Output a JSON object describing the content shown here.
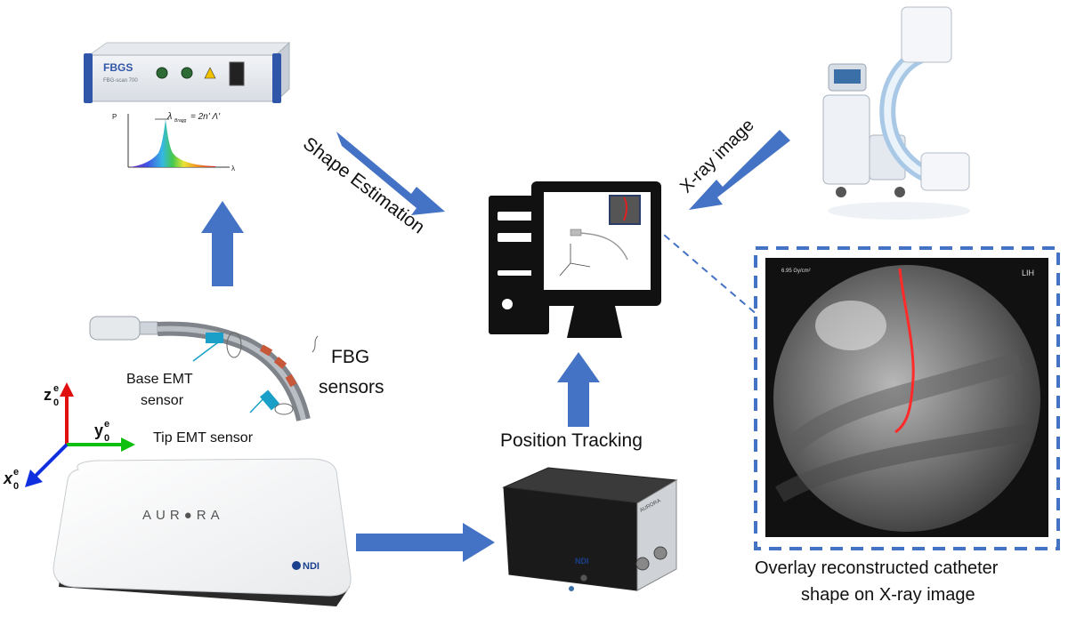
{
  "interrogator": {
    "brand": "FBGS",
    "model": "FBG-scan 700",
    "formula_lhs": "λ",
    "formula_sub": "Bragg",
    "formula_rhs": "= 2n' Λ'",
    "axis_y": "P",
    "axis_x": "λ"
  },
  "labels": {
    "shape_estimation": "Shape Estimation",
    "xray_image": "X-ray image",
    "position_tracking": "Position Tracking",
    "fbg_sensors_line1": "FBG",
    "fbg_sensors_line2": "sensors",
    "base_emt_line1": "Base EMT",
    "base_emt_line2": "sensor",
    "tip_emt": "Tip EMT sensor",
    "overlay_line1": "Overlay reconstructed catheter",
    "overlay_line2": "shape on X-ray image"
  },
  "axes": {
    "z_base": "z",
    "y_base": "y",
    "x_base": "x",
    "sub": "0",
    "sup": "e"
  },
  "aurora": {
    "brand": "AUR●RA",
    "logo": "NDI"
  },
  "scu": {
    "logo": "NDI",
    "brand": "AURORA"
  },
  "xray": {
    "dose": "6.95 Gy/cm²",
    "orientation": "LIH"
  },
  "colors": {
    "arrow": "#4472c4",
    "dashed_frame": "#4472c4",
    "axis_z": "#e01010",
    "axis_y": "#10c010",
    "axis_x": "#1030e0",
    "catheter_overlay": "#e02020"
  }
}
